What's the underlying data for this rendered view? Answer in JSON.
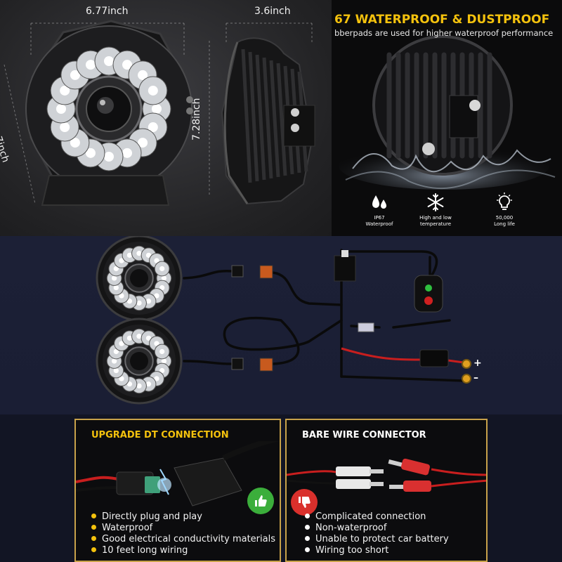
{
  "dimensions": {
    "width": "6.77inch",
    "depth": "3.6inch",
    "height_front": "7inch",
    "height_side": "7.28inch"
  },
  "waterproof": {
    "title": "67 WATERPROOF & DUSTPROOF",
    "subtitle": "bberpads are used for higher waterproof performance",
    "features": [
      {
        "icon": "water-drops-icon",
        "line1": "IP67",
        "line2": "Waterproof"
      },
      {
        "icon": "snowflake-icon",
        "line1": "High and low",
        "line2": "temperature"
      },
      {
        "icon": "light-bulb-icon",
        "line1": "50,000",
        "line2": "Long life"
      }
    ]
  },
  "wiring": {
    "plus": "+",
    "minus": "–"
  },
  "compare": {
    "good": {
      "title": "UPGRADE DT CONNECTION",
      "items": [
        "Directly plug and play",
        "Waterproof",
        "Good electrical conductivity materials",
        "10 feet long wiring"
      ],
      "icon": "thumbs-up-icon"
    },
    "bad": {
      "title": "BARE WIRE CONNECTOR",
      "items": [
        "Complicated connection",
        "Non-waterproof",
        "Unable to protect car battery",
        "Wiring too short"
      ],
      "icon": "thumbs-down-icon"
    }
  },
  "colors": {
    "accent_yellow": "#f4c20d",
    "good_green": "#3bae3b",
    "bad_red": "#d9302c",
    "panel_border": "#c8a24a"
  }
}
